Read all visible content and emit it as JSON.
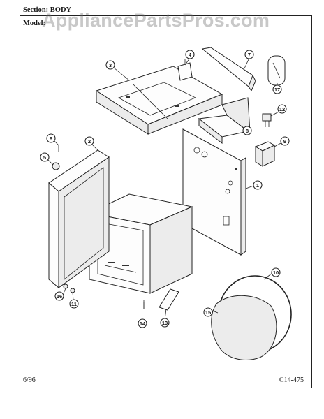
{
  "header": {
    "section_label": "Section:",
    "section_value": "BODY",
    "model_label": "Model:"
  },
  "watermark": "AppliancePartsPros.com",
  "footer": {
    "date": "6/96",
    "code": "C14-475"
  },
  "callouts": [
    "1",
    "2",
    "3",
    "4",
    "5",
    "6",
    "7",
    "8",
    "9",
    "10",
    "11",
    "12",
    "13",
    "14",
    "15",
    "16",
    "17"
  ]
}
